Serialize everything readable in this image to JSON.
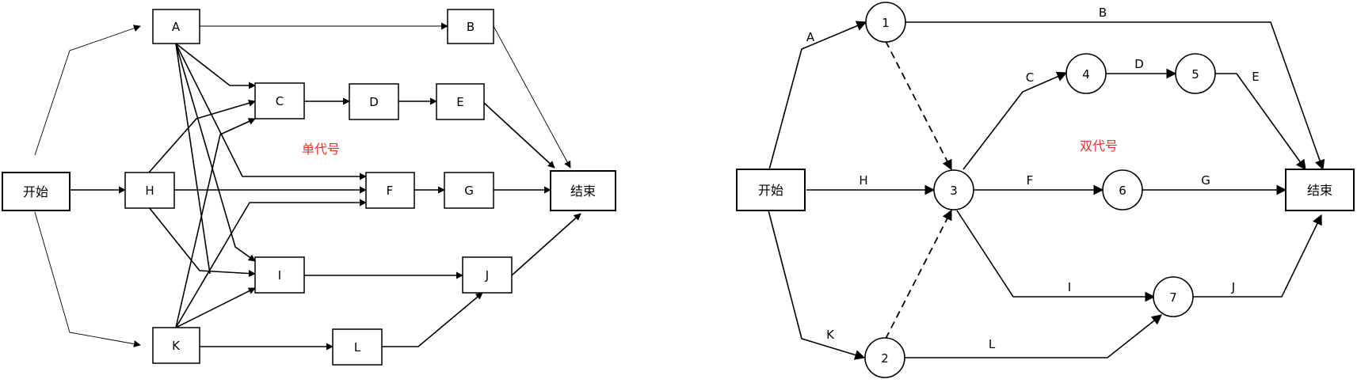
{
  "colors": {
    "title": "#e8322e",
    "ink": "#000000"
  },
  "left": {
    "title": "单代号",
    "start": "开始",
    "end": "结束",
    "nodes": {
      "A": "A",
      "B": "B",
      "C": "C",
      "D": "D",
      "E": "E",
      "F": "F",
      "G": "G",
      "H": "H",
      "I": "I",
      "J": "J",
      "K": "K",
      "L": "L"
    }
  },
  "right": {
    "title": "双代号",
    "start": "开始",
    "end": "结束",
    "events": [
      "1",
      "2",
      "3",
      "4",
      "5",
      "6",
      "7"
    ],
    "activities": {
      "A": "A",
      "B": "B",
      "C": "C",
      "D": "D",
      "E": "E",
      "F": "F",
      "G": "G",
      "H": "H",
      "I": "I",
      "J": "J",
      "K": "K",
      "L": "L"
    }
  }
}
